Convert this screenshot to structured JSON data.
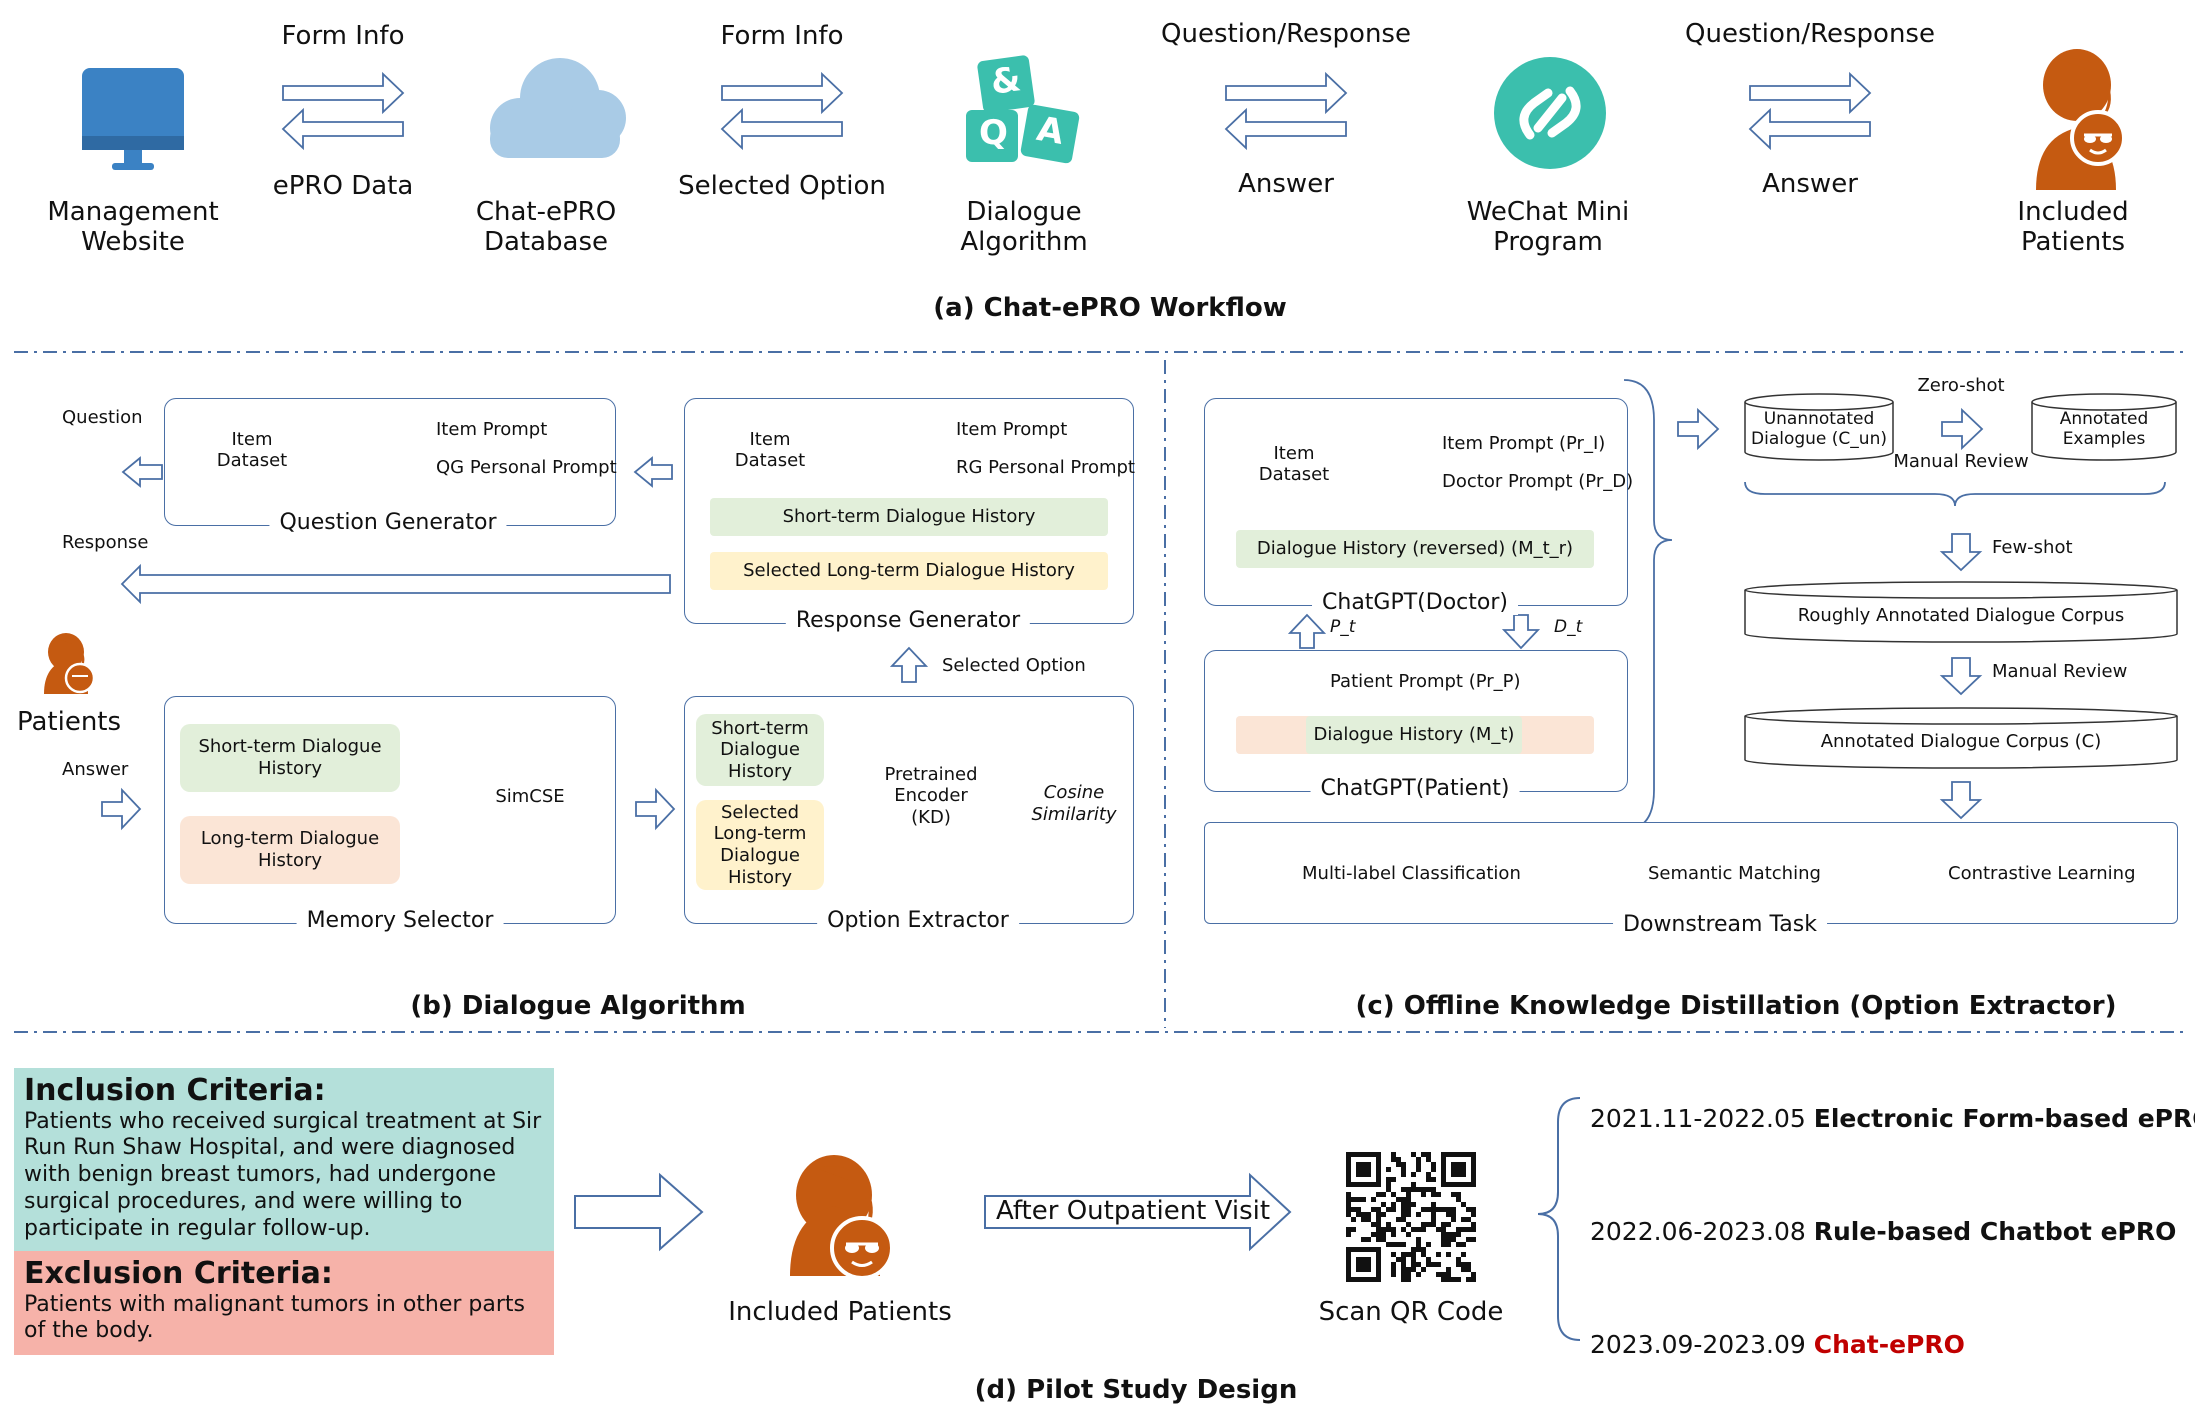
{
  "workflow": {
    "nodes": [
      "Management Website",
      "Chat-ePRO Database",
      "Dialogue Algorithm",
      "WeChat Mini Program",
      "Included Patients"
    ],
    "arrows": [
      {
        "top": "Form Info",
        "bottom": "ePRO Data"
      },
      {
        "top": "Form Info",
        "bottom": "Selected Option"
      },
      {
        "top": "Question/Response",
        "bottom": "Answer"
      },
      {
        "top": "Question/Response",
        "bottom": "Answer"
      }
    ],
    "qa_letters": [
      "&",
      "Q",
      "A"
    ],
    "caption": "(a)  Chat-ePRO Workflow"
  },
  "dialogue": {
    "question": "Question",
    "response": "Response",
    "answer": "Answer",
    "patients": "Patients",
    "question_generator": {
      "title": "Question Generator",
      "dataset": "Item Dataset",
      "prompts": [
        "Item Prompt",
        "QG Personal Prompt"
      ]
    },
    "response_generator": {
      "title": "Response Generator",
      "dataset": "Item Dataset",
      "prompts": [
        "Item Prompt",
        "RG Personal Prompt"
      ],
      "short_history": "Short-term Dialogue History",
      "long_history": "Selected Long-term Dialogue History"
    },
    "selected_option": "Selected Option",
    "memory_selector": {
      "title": "Memory Selector",
      "short": "Short-term Dialogue History",
      "long": "Long-term Dialogue History",
      "simcse": "SimCSE"
    },
    "option_extractor": {
      "title": "Option Extractor",
      "short": "Short-term Dialogue History",
      "long": "Selected Long-term Dialogue History",
      "encoder": "Pretrained Encoder (KD)",
      "cosine": "Cosine Similarity"
    },
    "caption": "(b)  Dialogue Algorithm"
  },
  "distill": {
    "doctor": {
      "title": "ChatGPT(Doctor)",
      "dataset": "Item Dataset",
      "prompt1": "Item Prompt (Pr_I)",
      "prompt2": "Doctor Prompt (Pr_D)",
      "history": "Dialogue History (reversed) (M_t_r)"
    },
    "patient": {
      "title": "ChatGPT(Patient)",
      "prompt": "Patient Prompt (Pr_P)",
      "history": "Dialogue History (M_t)"
    },
    "pt": "P_t",
    "dt": "D_t",
    "unannotated": "Unannotated Dialogue (C_un)",
    "zero_shot": "Zero-shot",
    "annotated_examples": "Annotated Examples",
    "manual_review_1": "Manual Review",
    "few_shot": "Few-shot",
    "rough_corpus": "Roughly Annotated Dialogue Corpus",
    "manual_review_2": "Manual Review",
    "annotated_corpus": "Annotated Dialogue Corpus (C)",
    "downstream": {
      "title": "Downstream Task",
      "tasks": [
        "Multi-label Classification",
        "Semantic Matching",
        "Contrastive Learning"
      ]
    },
    "caption": "(c)  Offline Knowledge Distillation (Option Extractor)"
  },
  "pilot": {
    "inclusion_title": "Inclusion Criteria:",
    "inclusion_text": "Patients who received surgical treatment at Sir Run Run Shaw Hospital, and were diagnosed with benign breast tumors, had undergone surgical procedures, and were willing to participate in regular follow-up.",
    "exclusion_title": "Exclusion Criteria:",
    "exclusion_text": "Patients with malignant tumors in other parts of the body.",
    "included_patients": "Included Patients",
    "after_visit": "After Outpatient Visit",
    "scan": "Scan QR Code",
    "timeline": [
      {
        "dates": "2021.11-2022.05",
        "name": "Electronic Form-based ePRO"
      },
      {
        "dates": "2022.06-2023.08",
        "name": "Rule-based Chatbot ePRO"
      },
      {
        "dates": "2023.09-2023.09",
        "name": "Chat-ePRO"
      }
    ],
    "caption": "(d)  Pilot Study Design"
  },
  "colors": {
    "monitor": "#3b82c4",
    "cloud": "#a9cbe6",
    "teal": "#3bbfad",
    "orange": "#c55a11",
    "red": "#c00000",
    "inclusion_bg": "#b4e0da",
    "exclusion_bg": "#f6b2a9",
    "box_border": "#4a6fa5"
  }
}
